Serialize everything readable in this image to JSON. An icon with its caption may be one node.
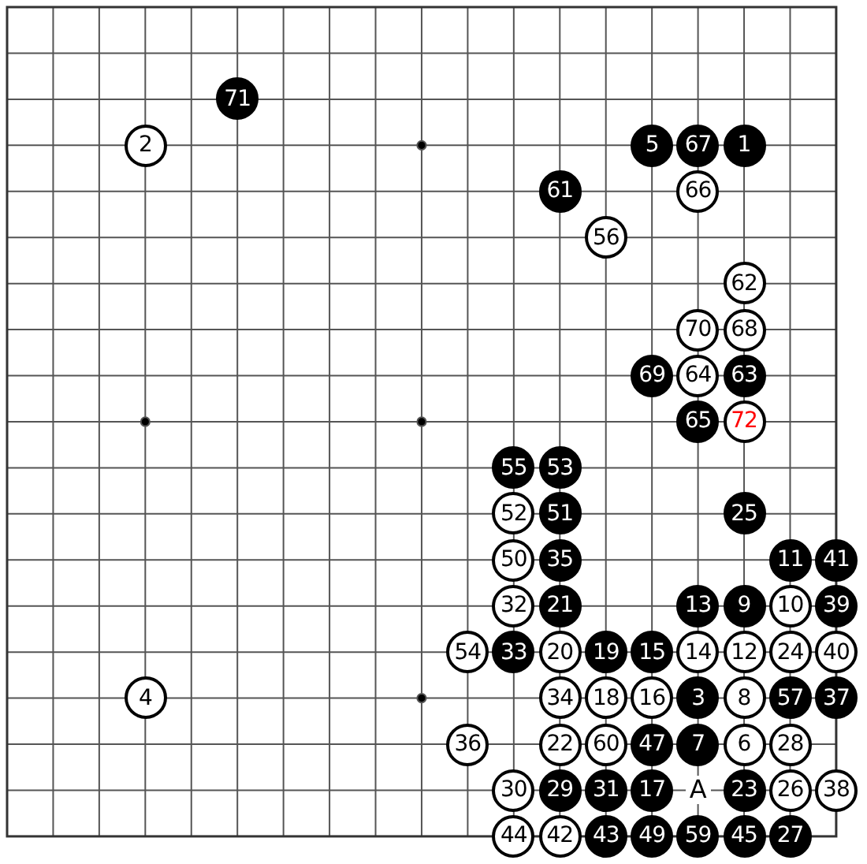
{
  "diagram": {
    "nodes": [
      {
        "text": [
          "71"
        ]
      },
      {
        "text": [
          "2"
        ]
      },
      {
        "text": [
          "5"
        ]
      },
      {
        "text": [
          "67"
        ]
      },
      {
        "text": [
          "1"
        ]
      },
      {
        "text": [
          "61"
        ]
      },
      {
        "text": [
          "66"
        ]
      },
      {
        "text": [
          "56"
        ]
      },
      {
        "text": [
          "62"
        ]
      },
      {
        "text": [
          "70"
        ]
      },
      {
        "text": [
          "68"
        ]
      },
      {
        "text": [
          "69"
        ]
      },
      {
        "text": [
          "64"
        ]
      },
      {
        "text": [
          "63"
        ]
      },
      {
        "text": [
          "65"
        ]
      },
      {
        "text": [
          "72"
        ]
      },
      {
        "text": [
          "55"
        ]
      },
      {
        "text": [
          "53"
        ]
      },
      {
        "text": [
          "52"
        ]
      },
      {
        "text": [
          "51"
        ]
      },
      {
        "text": [
          "25"
        ]
      },
      {
        "text": [
          "50"
        ]
      },
      {
        "text": [
          "35"
        ]
      },
      {
        "text": [
          "11"
        ]
      },
      {
        "text": [
          "41"
        ]
      },
      {
        "text": [
          "32"
        ]
      },
      {
        "text": [
          "21"
        ]
      },
      {
        "text": [
          "13"
        ]
      },
      {
        "text": [
          "9"
        ]
      },
      {
        "text": [
          "10"
        ]
      },
      {
        "text": [
          "39"
        ]
      },
      {
        "text": [
          "54"
        ]
      },
      {
        "text": [
          "33"
        ]
      },
      {
        "text": [
          "20"
        ]
      },
      {
        "text": [
          "19"
        ]
      },
      {
        "text": [
          "15"
        ]
      },
      {
        "text": [
          "14"
        ]
      },
      {
        "text": [
          "12"
        ]
      },
      {
        "text": [
          "24"
        ]
      },
      {
        "text": [
          "40"
        ]
      },
      {
        "text": [
          "4"
        ]
      },
      {
        "text": [
          "34"
        ]
      },
      {
        "text": [
          "18"
        ]
      },
      {
        "text": [
          "16"
        ]
      },
      {
        "text": [
          "3"
        ]
      },
      {
        "text": [
          "8"
        ]
      },
      {
        "text": [
          "57"
        ]
      },
      {
        "text": [
          "37"
        ]
      },
      {
        "text": [
          "36"
        ]
      },
      {
        "text": [
          "22"
        ]
      },
      {
        "text": [
          "60"
        ]
      },
      {
        "text": [
          "47"
        ]
      },
      {
        "text": [
          "7"
        ]
      },
      {
        "text": [
          "6"
        ]
      },
      {
        "text": [
          "28"
        ]
      },
      {
        "text": [
          "30"
        ]
      },
      {
        "text": [
          "29"
        ]
      },
      {
        "text": [
          "31"
        ]
      },
      {
        "text": [
          "17"
        ]
      },
      {
        "text": [
          "23"
        ]
      },
      {
        "text": [
          "26"
        ]
      },
      {
        "text": [
          "38"
        ]
      },
      {
        "text": [
          "44"
        ]
      },
      {
        "text": [
          "42"
        ]
      },
      {
        "text": [
          "43"
        ]
      },
      {
        "text": [
          "49"
        ]
      },
      {
        "text": [
          "59"
        ]
      },
      {
        "text": [
          "45"
        ]
      },
      {
        "text": [
          "27"
        ]
      }
    ],
    "labels": [
      "A"
    ]
  }
}
